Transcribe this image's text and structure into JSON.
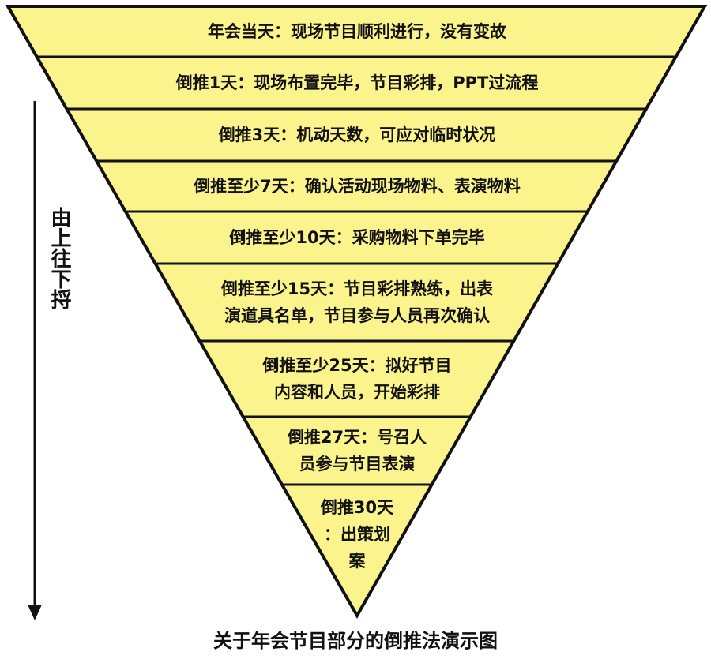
{
  "diagram": {
    "side_label": "由上往下捋",
    "caption": "关于年会节目部分的倒推法演示图",
    "colors": {
      "fill": "#fbf38c",
      "stroke": "#111111"
    },
    "bands": [
      {
        "lines": [
          "年会当天：现场节目顺利进行，没有变故"
        ]
      },
      {
        "lines": [
          "倒推1天：现场布置完毕，节目彩排，PPT过流程"
        ]
      },
      {
        "lines": [
          "倒推3天：机动天数，可应对临时状况"
        ]
      },
      {
        "lines": [
          "倒推至少7天：确认活动现场物料、表演物料"
        ]
      },
      {
        "lines": [
          "倒推至少10天：采购物料下单完毕"
        ]
      },
      {
        "lines": [
          "倒推至少15天：节目彩排熟练，出表",
          "演道具名单，节目参与人员再次确认"
        ]
      },
      {
        "lines": [
          "倒推至少25天：拟好节目",
          "内容和人员，开始彩排"
        ]
      },
      {
        "lines": [
          "倒推27天：号召人",
          "员参与节目表演"
        ]
      },
      {
        "lines": [
          "倒推30天",
          "：出策划",
          "案"
        ]
      }
    ]
  }
}
